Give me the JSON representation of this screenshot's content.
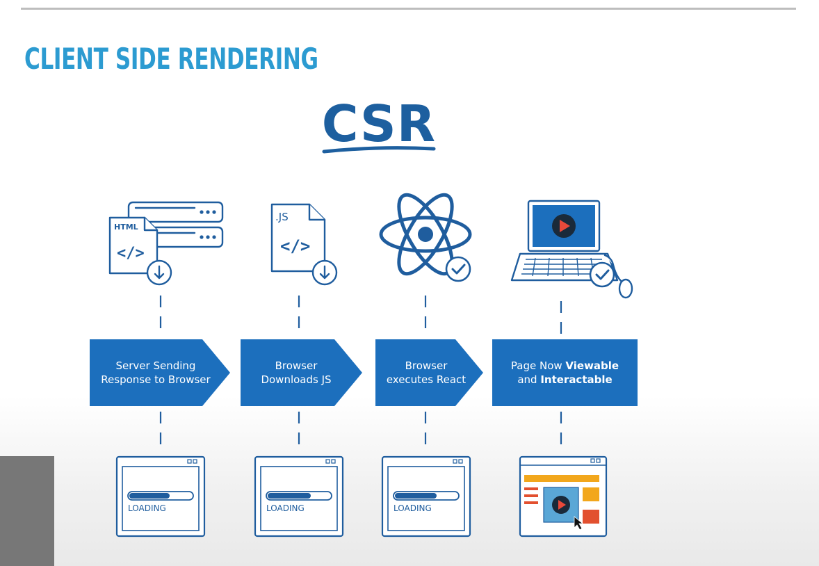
{
  "title": "CLIENT SIDE RENDERING",
  "diagram_title": "CSR",
  "icons": {
    "html_label": "HTML",
    "js_label": ".JS",
    "code_glyph": "</>",
    "loading_label": "LOADING",
    "names": [
      "html-server-icon",
      "js-file-icon",
      "react-atom-icon",
      "laptop-play-icon"
    ]
  },
  "steps": [
    {
      "line1": "Server Sending",
      "line2": "Response to Browser"
    },
    {
      "line1": "Browser",
      "line2": "Downloads JS"
    },
    {
      "line1": "Browser",
      "line2": "executes React"
    },
    {
      "l1_pre": "Page Now ",
      "l1_bold": "Viewable",
      "l2_pre": "and ",
      "l2_bold": "Interactable"
    }
  ],
  "colors": {
    "title": "#2c9bd1",
    "csr": "#1d5f9f",
    "step_fill": "#1c6fbd",
    "icon_stroke": "#1f5d9e",
    "play_red": "#e8493a",
    "accent_orange": "#f2a71c",
    "accent_red": "#e2502f"
  }
}
